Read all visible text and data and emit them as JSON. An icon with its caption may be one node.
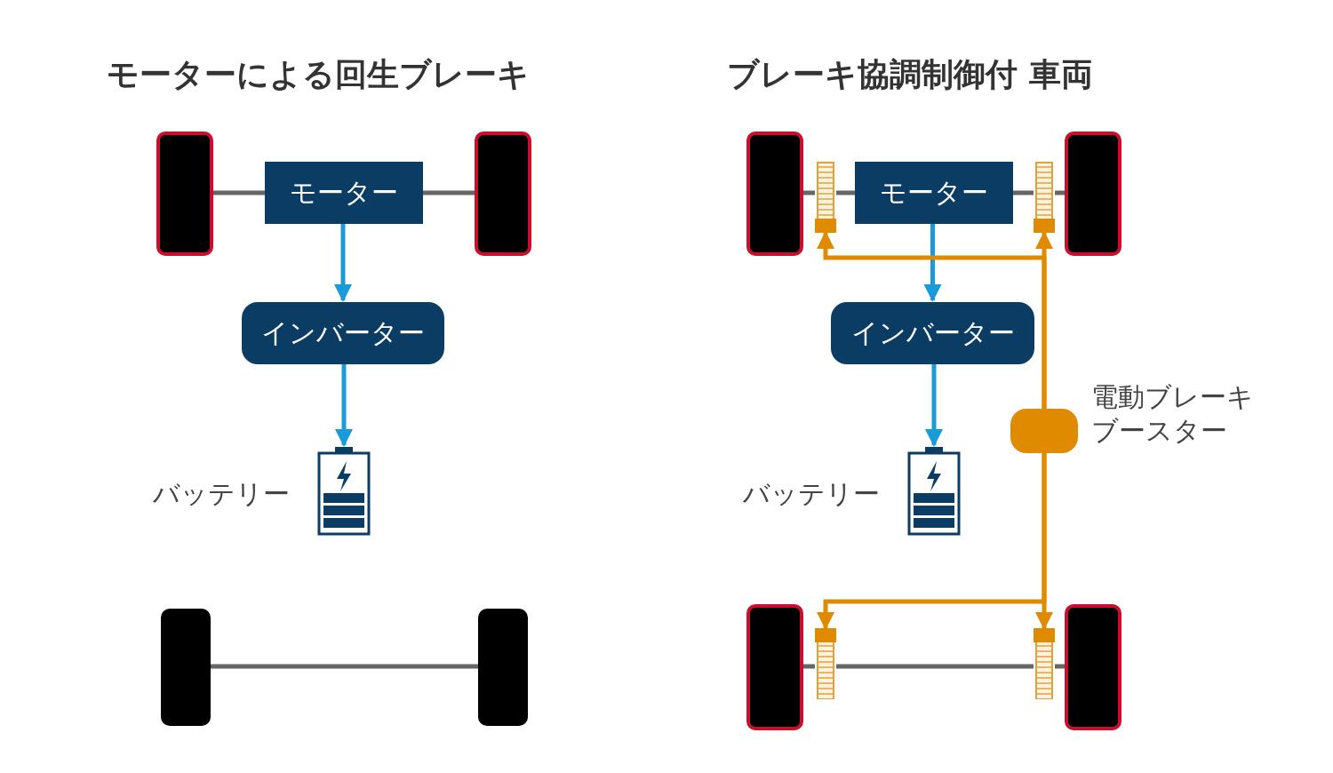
{
  "diagram": {
    "nodes": [
      {
        "text": [
          "モーター"
        ]
      },
      {
        "text": [
          "インバーター"
        ]
      },
      {
        "text": [],
        "shape": "picture",
        "beside": [
          "バッテリー"
        ]
      },
      {
        "text": [
          "モーター"
        ]
      },
      {
        "text": [
          "インバーター"
        ]
      },
      {
        "text": [],
        "shape": "picture",
        "beside": [
          "バッテリー"
        ]
      },
      {
        "text": [],
        "shape": "box",
        "beside": [
          "電動ブレーキブースター"
        ]
      },
      {
        "text": [],
        "shape": "picture"
      },
      {
        "text": [],
        "shape": "picture"
      },
      {
        "text": [],
        "shape": "picture"
      },
      {
        "text": [],
        "shape": "picture"
      },
      {
        "text": [],
        "shape": "box"
      },
      {
        "text": [],
        "shape": "box"
      },
      {
        "text": [],
        "shape": "box"
      },
      {
        "text": [],
        "shape": "box"
      },
      {
        "text": [],
        "shape": "box"
      },
      {
        "text": [],
        "shape": "box"
      },
      {
        "text": [],
        "shape": "box"
      },
      {
        "text": [],
        "shape": "box"
      }
    ],
    "edges": [
      {
        "from": 0,
        "to": 1,
        "arrow": "to",
        "color": "#1a9ad6"
      },
      {
        "from": 1,
        "to": 2,
        "arrow": "to",
        "color": "#1a9ad6"
      },
      {
        "from": 3,
        "to": 4,
        "arrow": "to",
        "color": "#1a9ad6"
      },
      {
        "from": 4,
        "to": 5,
        "arrow": "to",
        "color": "#1a9ad6"
      },
      {
        "from": 6,
        "to": 7,
        "arrow": "to",
        "color": "#e08a00"
      },
      {
        "from": 6,
        "to": 8,
        "arrow": "to",
        "color": "#e08a00"
      },
      {
        "from": 6,
        "to": 9,
        "arrow": "to",
        "color": "#e08a00"
      },
      {
        "from": 6,
        "to": 10,
        "arrow": "to",
        "color": "#e08a00"
      },
      {
        "from": 11,
        "to": 0,
        "arrow": "none"
      },
      {
        "from": 0,
        "to": 12,
        "arrow": "none"
      },
      {
        "from": 13,
        "to": 14,
        "arrow": "none"
      },
      {
        "from": 15,
        "to": 7,
        "arrow": "none"
      },
      {
        "from": 7,
        "to": 3,
        "arrow": "none"
      },
      {
        "from": 3,
        "to": 8,
        "arrow": "none"
      },
      {
        "from": 8,
        "to": 16,
        "arrow": "none"
      },
      {
        "from": 17,
        "to": 9,
        "arrow": "none"
      },
      {
        "from": 9,
        "to": 10,
        "arrow": "none"
      },
      {
        "from": 10,
        "to": 18,
        "arrow": "none"
      }
    ],
    "labels": [
      "モーターによる回生ブレーキ",
      "ブレーキ協調制御付 車両"
    ]
  }
}
